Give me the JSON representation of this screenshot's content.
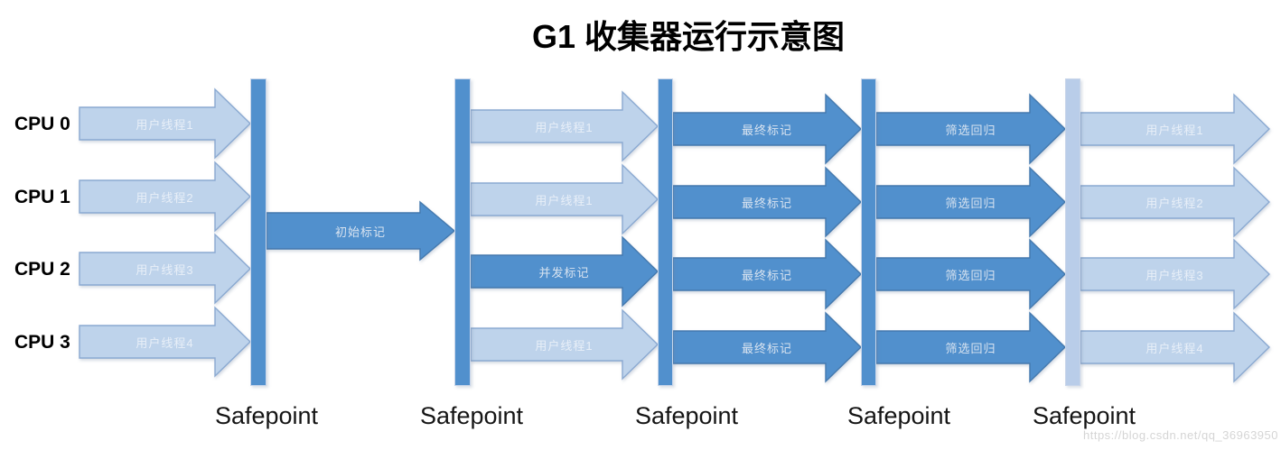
{
  "title": "G1 收集器运行示意图",
  "watermark": "https://blog.csdn.net/qq_36963950",
  "cpus": [
    "CPU 0",
    "CPU 1",
    "CPU 2",
    "CPU 3"
  ],
  "safepoints": [
    "Safepoint",
    "Safepoint",
    "Safepoint",
    "Safepoint",
    "Safepoint"
  ],
  "initial_mark": {
    "label": "初始标记",
    "tone": "dark"
  },
  "columns": [
    {
      "name": "user-threads-before-gc",
      "arrows": [
        {
          "label": "用户线程1",
          "tone": "light"
        },
        {
          "label": "用户线程2",
          "tone": "light"
        },
        {
          "label": "用户线程3",
          "tone": "light"
        },
        {
          "label": "用户线程4",
          "tone": "light"
        }
      ]
    },
    {
      "name": "concurrent-mark-phase",
      "arrows": [
        {
          "label": "用户线程1",
          "tone": "light"
        },
        {
          "label": "用户线程1",
          "tone": "light"
        },
        {
          "label": "并发标记",
          "tone": "dark"
        },
        {
          "label": "用户线程1",
          "tone": "light"
        }
      ]
    },
    {
      "name": "final-mark-phase",
      "arrows": [
        {
          "label": "最终标记",
          "tone": "dark"
        },
        {
          "label": "最终标记",
          "tone": "dark"
        },
        {
          "label": "最终标记",
          "tone": "dark"
        },
        {
          "label": "最终标记",
          "tone": "dark"
        }
      ]
    },
    {
      "name": "screening-reclaim-phase",
      "arrows": [
        {
          "label": "筛选回归",
          "tone": "dark"
        },
        {
          "label": "筛选回归",
          "tone": "dark"
        },
        {
          "label": "筛选回归",
          "tone": "dark"
        },
        {
          "label": "筛选回归",
          "tone": "dark"
        }
      ]
    },
    {
      "name": "user-threads-resumed",
      "arrows": [
        {
          "label": "用户线程1",
          "tone": "light"
        },
        {
          "label": "用户线程2",
          "tone": "light"
        },
        {
          "label": "用户线程3",
          "tone": "light"
        },
        {
          "label": "用户线程4",
          "tone": "light"
        }
      ]
    }
  ],
  "bars": [
    {
      "tone": "dark"
    },
    {
      "tone": "dark"
    },
    {
      "tone": "dark"
    },
    {
      "tone": "dark"
    },
    {
      "tone": "light"
    }
  ],
  "colors": {
    "dark_fill": "#5190cd",
    "dark_border": "#4479ae",
    "light_fill": "#bed3eb",
    "light_border": "#8aa9d1",
    "bar_light_fill": "#b9cde9",
    "dark_text": "#d8e3f0",
    "light_text": "#e8eff8"
  }
}
